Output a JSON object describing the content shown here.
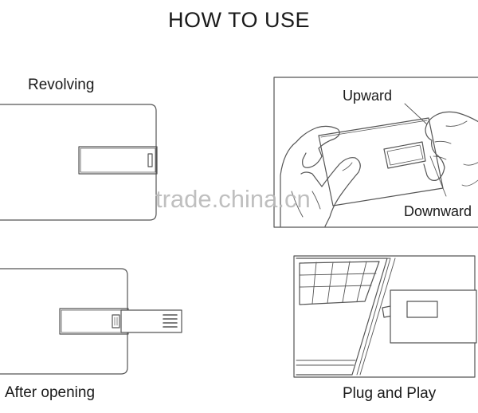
{
  "title": "HOW TO USE",
  "panels": {
    "revolving": {
      "label": "Revolving"
    },
    "hands": {
      "upward_label": "Upward",
      "downward_label": "Downward"
    },
    "after_opening": {
      "label": "After opening"
    },
    "plug_and_play": {
      "label": "Plug and Play"
    }
  },
  "watermark": "trade.china.cn",
  "colors": {
    "line": "#555555",
    "watermark": "#b9b9b9",
    "background": "#ffffff"
  }
}
